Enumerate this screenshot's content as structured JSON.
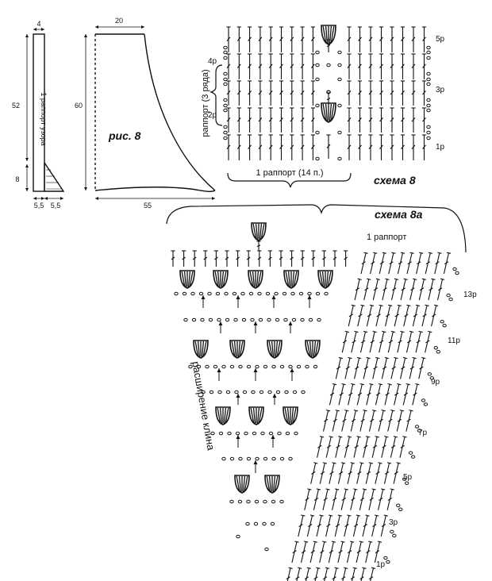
{
  "figure": {
    "fig_label": "рис. 8",
    "ribbon": {
      "label": "1 раппорт узора",
      "width_top": "4",
      "height_upper": "52",
      "height_lower": "8",
      "width_left": "5,5",
      "width_right": "5,5"
    },
    "panel": {
      "width_top": "20",
      "height": "60",
      "width_bottom": "55"
    }
  },
  "scheme8": {
    "title": "схема 8",
    "repeat_vertical": "раппорт (3 ряда)",
    "row_4": "4р",
    "row_2": "2р",
    "rows_right": [
      "5р",
      "3р",
      "1р"
    ],
    "repeat_horizontal": "1 раппорт (14 п.)"
  },
  "scheme8a": {
    "title": "схема 8а",
    "repeat": "1 раппорт",
    "side_label": "расширение клина",
    "rows": [
      "13р",
      "11р",
      "9р",
      "7р",
      "5р",
      "3р",
      "1р"
    ]
  },
  "colors": {
    "ink": "#111111",
    "paper": "#ffffff"
  }
}
